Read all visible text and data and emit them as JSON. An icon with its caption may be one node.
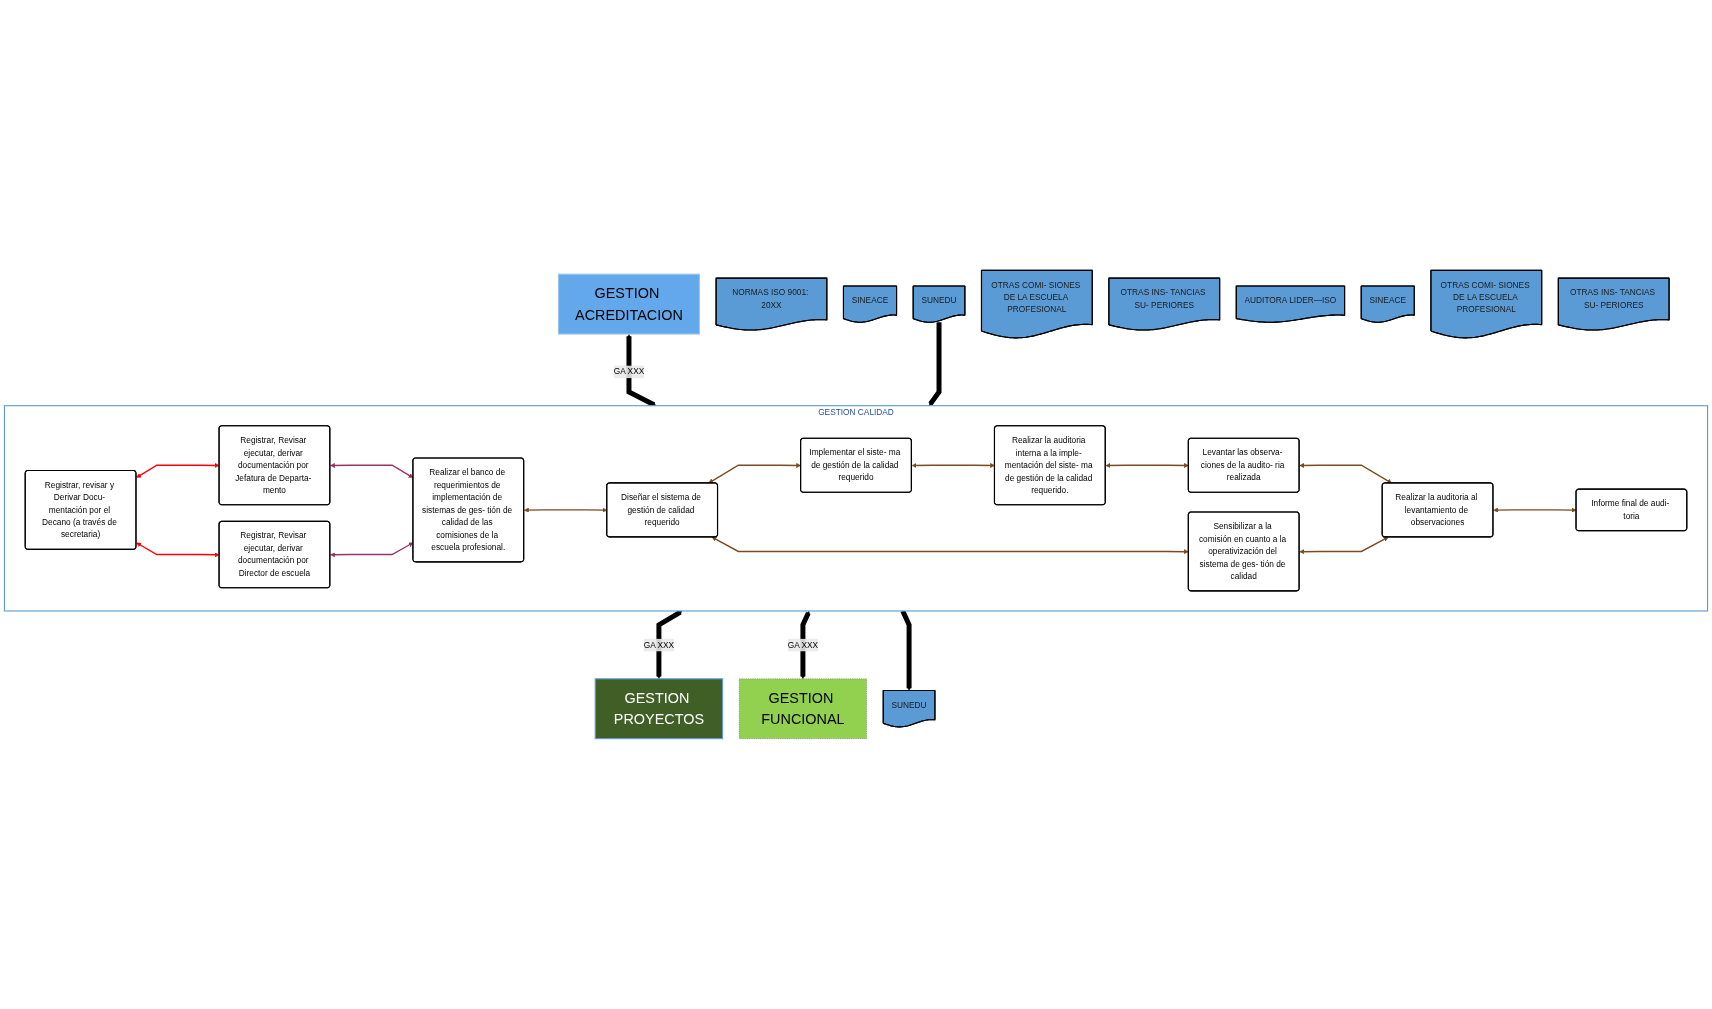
{
  "diagram": {
    "nodes": [
      {
        "text": [
          "GESTION ACREDITACION"
        ]
      },
      {
        "text": [
          "NORMAS ISO 9001: 20XX"
        ]
      },
      {
        "text": [
          "SINEACE"
        ]
      },
      {
        "text": [
          "SUNEDU"
        ]
      },
      {
        "text": [
          "OTRAS COMI- SIONES DE LA ESCUELA PROFESIONAL"
        ]
      },
      {
        "text": [
          "OTRAS INS- TANCIAS SU- PERIORES"
        ]
      },
      {
        "text": [
          "GESTION CALIDAD"
        ]
      },
      {
        "text": [
          "Registrar, revisar y Derivar Docu- mentación por el Decano (a través de secretaria)"
        ],
        "in": 6
      },
      {
        "text": [
          "Registrar, Revisar ejecutar, derivar documentación por Jefatura de Departa- mento"
        ],
        "in": 6
      },
      {
        "text": [
          "Realizar el banco de requerimientos de implementación de sistemas de ges- tión de calidad de las comisiones de la escuela profesional."
        ],
        "in": 6
      },
      {
        "text": [
          "Registrar, Revisar ejecutar, derivar documentación por Director de escuela"
        ],
        "in": 6
      },
      {
        "text": [
          "Diseñar el sistema de gestión de calidad requerido"
        ],
        "in": 6
      },
      {
        "text": [
          "Sensibilizar a la comisión en cuanto a la operativización del sistema de ges- tión de calidad"
        ],
        "in": 6
      },
      {
        "text": [
          "Implementar el siste- ma de gestión de la calidad requerido"
        ],
        "in": 6
      },
      {
        "text": [
          "Realizar la auditoria interna a la imple- mentación del siste- ma de gestión de la calidad requerido."
        ],
        "in": 6
      },
      {
        "text": [
          "Levantar las observa- ciones de la audito- ria realizada"
        ],
        "in": 6
      },
      {
        "text": [
          "Realizar la auditoria al levantamiento de observaciones"
        ],
        "in": 6
      },
      {
        "text": [
          "Informe final de audi- toria"
        ],
        "in": 6
      },
      {
        "text": [
          "AUDITORA LIDER—ISO"
        ]
      },
      {
        "text": [
          "SINEACE"
        ]
      },
      {
        "text": [
          "SUNEDU"
        ]
      },
      {
        "text": [
          "OTRAS COMI- SIONES DE LA ESCUELA PROFESIONAL"
        ]
      },
      {
        "text": [
          "OTRAS INS- TANCIAS SU- PERIORES"
        ]
      },
      {
        "text": [
          "GESTION PROYECTOS"
        ]
      },
      {
        "text": [
          "GESTION FUNCIONAL"
        ]
      }
    ],
    "edges": [
      {
        "from": 7,
        "to": 8,
        "arrow": "both",
        "color": "#ff0000"
      },
      {
        "from": 7,
        "to": 10,
        "arrow": "both",
        "color": "#ff0000"
      },
      {
        "from": 8,
        "to": 9,
        "arrow": "both",
        "color": "#993366"
      },
      {
        "from": 10,
        "to": 9,
        "arrow": "both",
        "color": "#993366"
      },
      {
        "from": 9,
        "to": 11,
        "arrow": "both"
      },
      {
        "from": 11,
        "to": 12,
        "arrow": "both"
      },
      {
        "from": 11,
        "to": 13,
        "arrow": "both"
      },
      {
        "from": 13,
        "to": 14,
        "arrow": "both"
      },
      {
        "from": 14,
        "to": 15,
        "arrow": "both"
      },
      {
        "from": 15,
        "to": 16,
        "arrow": "both"
      },
      {
        "from": 12,
        "to": 16,
        "arrow": "both"
      },
      {
        "from": 16,
        "to": 17,
        "arrow": "both"
      },
      {
        "from": 0,
        "to": 6,
        "arrow": "both",
        "label": "GA XXX",
        "style": "thick",
        "color": "#000000"
      },
      {
        "from": 23,
        "to": 6,
        "arrow": "both",
        "label": "GA XXX",
        "style": "thick",
        "color": "#000000"
      },
      {
        "from": 24,
        "to": 6,
        "arrow": "both",
        "label": "GA XXX",
        "style": "thick",
        "color": "#000000"
      },
      {
        "from": 3,
        "to": 6,
        "arrow": "to",
        "style": "thick",
        "color": "#000000"
      },
      {
        "from": 6,
        "to": 20,
        "arrow": "to",
        "style": "thick",
        "color": "#000000"
      }
    ]
  }
}
